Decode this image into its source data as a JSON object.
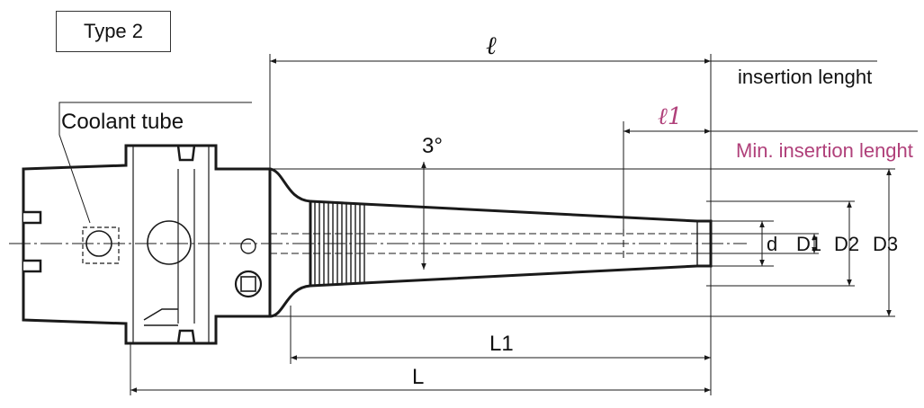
{
  "type_label": "Type 2",
  "labels": {
    "coolant_tube": "Coolant tube",
    "angle": "3°",
    "ell": "ℓ",
    "ell1": "ℓ1",
    "insertion_length": "insertion lenght",
    "min_insertion_length": "Min. insertion lenght",
    "d": "d",
    "D1": "D1",
    "D2": "D2",
    "D3": "D3",
    "L1": "L1",
    "L": "L"
  },
  "colors": {
    "line": "#1a1a1a",
    "accent": "#b0407a"
  }
}
